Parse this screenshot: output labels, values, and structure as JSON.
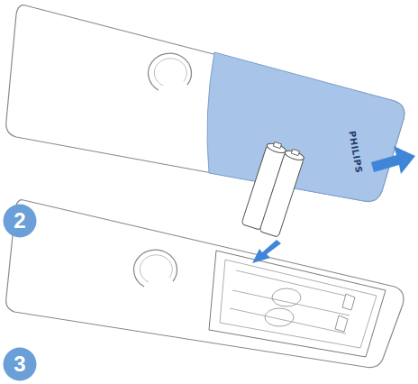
{
  "diagram": {
    "nodes": [
      {
        "text": [
          "2"
        ]
      },
      {
        "text": [
          "3"
        ]
      }
    ],
    "labels": [
      "PHILIPS"
    ]
  }
}
